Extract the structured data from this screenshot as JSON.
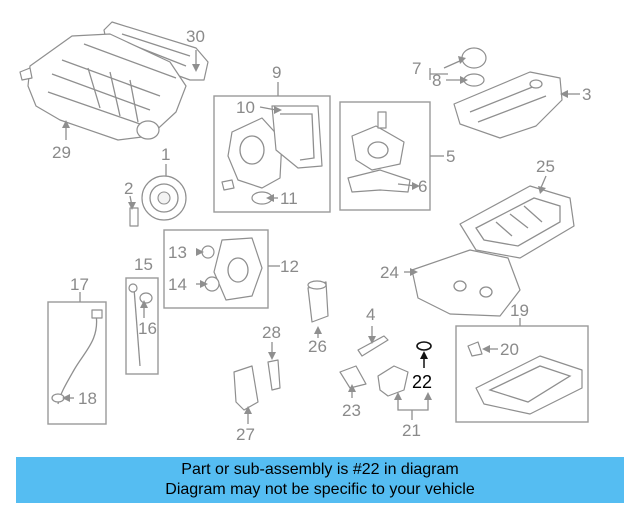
{
  "callouts": {
    "c1": "1",
    "c2": "2",
    "c3": "3",
    "c4": "4",
    "c5": "5",
    "c6": "6",
    "c7": "7",
    "c8": "8",
    "c9": "9",
    "c10": "10",
    "c11": "11",
    "c12": "12",
    "c13": "13",
    "c14": "14",
    "c15": "15",
    "c16": "16",
    "c17": "17",
    "c18": "18",
    "c19": "19",
    "c20": "20",
    "c21": "21",
    "c22": "22",
    "c23": "23",
    "c24": "24",
    "c25": "25",
    "c26": "26",
    "c27": "27",
    "c28": "28",
    "c29": "29",
    "c30": "30"
  },
  "highlighted_part": "22",
  "colors": {
    "banner": "#55bdf2",
    "highlight": "#000000",
    "part_line": "#8f8f8f"
  },
  "banner": {
    "line1": "Part or sub-assembly is #22 in diagram",
    "line2": "Diagram may not be specific to your vehicle"
  }
}
